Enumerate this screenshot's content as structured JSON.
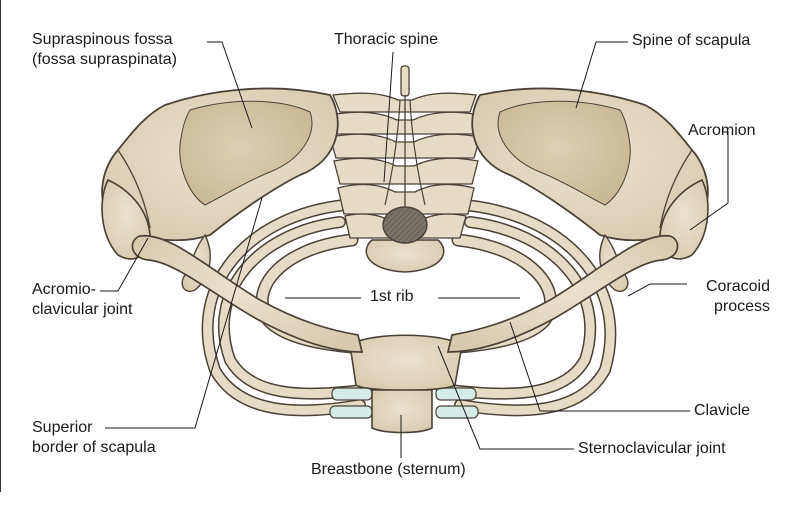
{
  "figure": {
    "labels": {
      "supraspinous_fossa_1": "Supraspinous fossa",
      "supraspinous_fossa_2": "(fossa supraspinata)",
      "thoracic_spine": "Thoracic spine",
      "spine_of_scapula": "Spine of scapula",
      "acromion": "Acromion",
      "acromioclavicular_1": "Acromio-",
      "acromioclavicular_2": "clavicular joint",
      "first_rib": "1st rib",
      "coracoid_1": "Coracoid",
      "coracoid_2": "process",
      "superior_border_1": "Superior",
      "superior_border_2": "border of scapula",
      "clavicle": "Clavicle",
      "sternoclavicular": "Sternoclavicular joint",
      "breastbone": "Breastbone (sternum)"
    },
    "colors": {
      "bone_fill": "#e6dcc6",
      "bone_dark": "#cfc2a6",
      "bone_shadow": "#b8a988",
      "outline": "#4a4236",
      "cartilage": "#d4ebe8",
      "canal": "#6f6a62",
      "leader": "#1a1a1a"
    }
  }
}
